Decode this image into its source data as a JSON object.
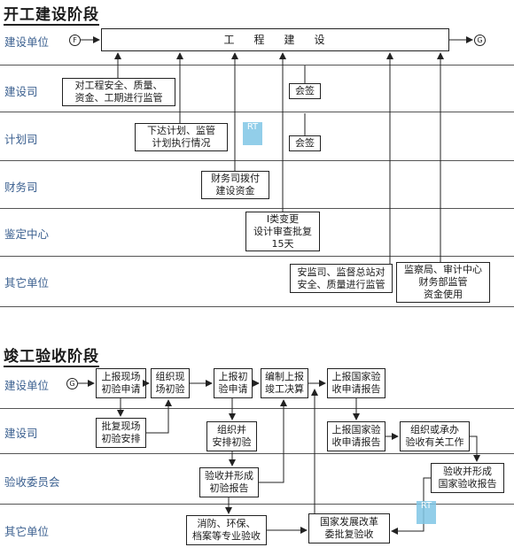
{
  "section1": {
    "title": "开工建设阶段",
    "lanes": [
      "建设单位",
      "建设司",
      "计划司",
      "财务司",
      "鉴定中心",
      "其它单位"
    ],
    "start_mark": "F",
    "end_mark": "G",
    "project_label": "工程建设",
    "boxes": {
      "construction_supervision": "对工程安全、质量、\n资金、工期进行监管",
      "countersign_1": "会签",
      "plan_supervision": "下达计划、监管\n计划执行情况",
      "countersign_2": "会签",
      "finance_allocation": "财务司拨付\n建设资金",
      "design_review": "I类变更\n设计审查批复\n15天",
      "safety_quality": "安监司、监督总站对\n安全、质量进行监管",
      "audit_finance": "监察局、审计中心\n财务部监管\n资金使用"
    }
  },
  "section2": {
    "title": "竣工验收阶段",
    "lanes": [
      "建设单位",
      "建设司",
      "验收委员会",
      "其它单位"
    ],
    "start_mark": "G",
    "boxes": {
      "report_initial": "上报现场\n初验申请",
      "organize_initial": "组织现\n场初验",
      "report_preliminary": "上报初\n验申请",
      "prepare_final_accounts": "编制上报\n竣工决算",
      "report_national": "上报国家验\n收申请报告",
      "approve_initial": "批复现场\n初验安排",
      "organize_arrange": "组织并\n安排初验",
      "report_national_2": "上报国家验\n收申请报告",
      "organize_acceptance": "组织或承办\n验收有关工作",
      "acceptance_report": "验收并形成\n初验报告",
      "national_acceptance": "验收并形成\n国家验收报告",
      "special_acceptance": "消防、环保、\n档案等专业验收",
      "ndrc_approval": "国家发展改革\n委批复验收"
    }
  },
  "watermark": {
    "rt": "RT"
  }
}
